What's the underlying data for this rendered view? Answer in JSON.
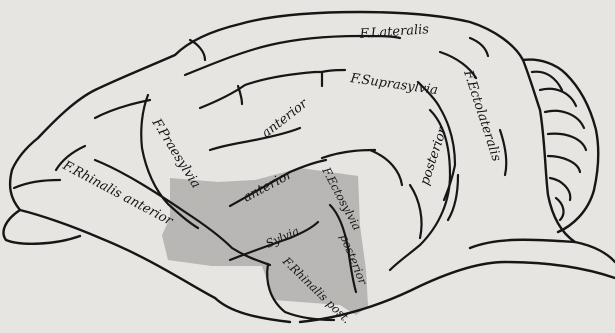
{
  "figure": {
    "shading_color": "#a9a8a4",
    "line_color": "#161616",
    "background_color": "#e6e5e1",
    "labels": {
      "lateralis": "F.Lateralis",
      "suprasylvia": "F.Suprasylvia",
      "ectolateralis": "F.Ectolateralis",
      "anterior_upper": "anterior",
      "praesylvia": "F.Praesylvia",
      "anterior_lower": "anterior",
      "ectosylvia": "F.Ectosylvia",
      "posterior_right": "posterior",
      "rhinalis_anterior": "F.Rhinalis anterior",
      "sylvia": "Sylvia",
      "posterior_ecto": "posterior",
      "rhinalis_post": "F.Rhinalis post."
    }
  }
}
